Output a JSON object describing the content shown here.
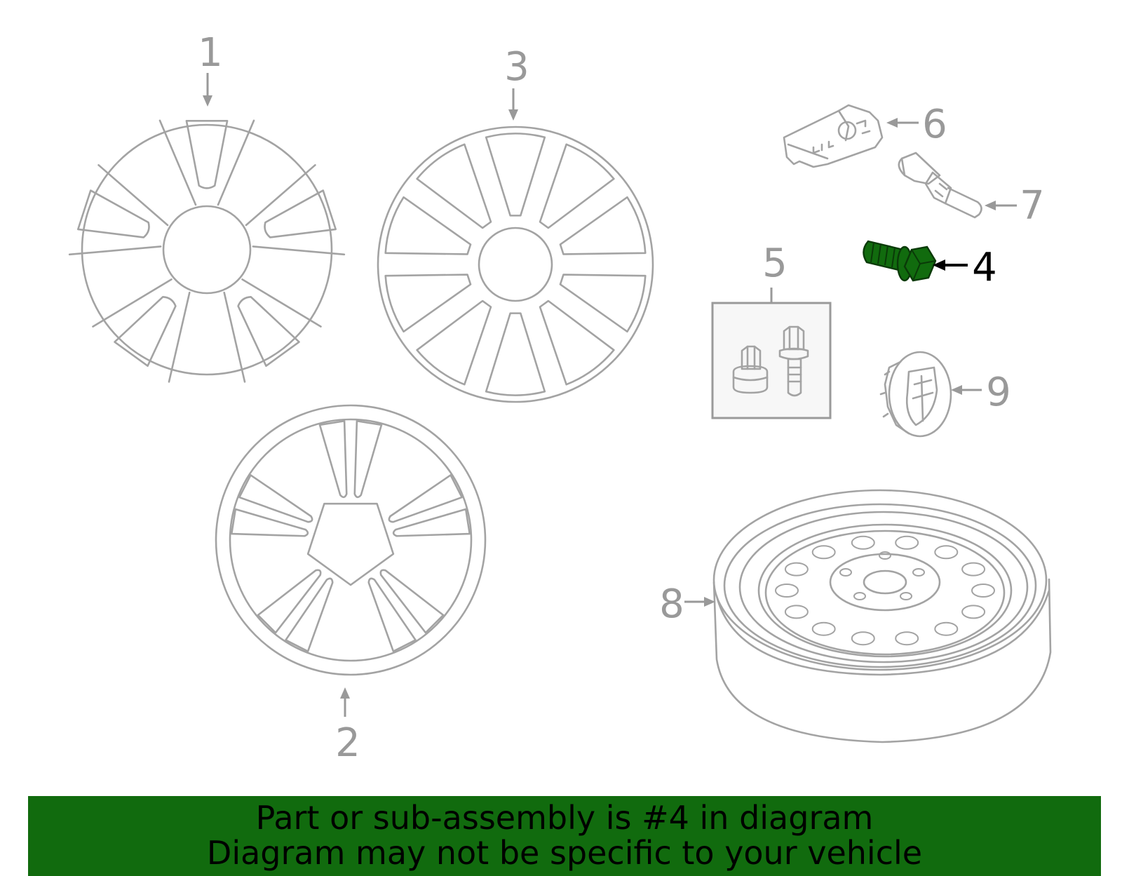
{
  "diagram": {
    "highlighted_part": "4",
    "highlight_color": "#116b0e",
    "line_color": "#a3a3a3",
    "callouts": [
      "1",
      "2",
      "3",
      "4",
      "5",
      "6",
      "7",
      "8",
      "9"
    ],
    "parts": [
      {
        "id": "1",
        "icon": "alloy-wheel-icon"
      },
      {
        "id": "2",
        "icon": "alloy-wheel-icon"
      },
      {
        "id": "3",
        "icon": "alloy-wheel-icon"
      },
      {
        "id": "4",
        "icon": "wheel-bolt-icon"
      },
      {
        "id": "5",
        "icon": "lock-bolt-kit-icon"
      },
      {
        "id": "6",
        "icon": "tpms-sensor-icon"
      },
      {
        "id": "7",
        "icon": "valve-stem-icon"
      },
      {
        "id": "8",
        "icon": "spare-wheel-icon"
      },
      {
        "id": "9",
        "icon": "center-cap-icon"
      }
    ]
  },
  "banner": {
    "line1": "Part or sub-assembly is #4 in diagram",
    "line2": "Diagram may not be specific to your vehicle",
    "background": "#116b0e"
  }
}
